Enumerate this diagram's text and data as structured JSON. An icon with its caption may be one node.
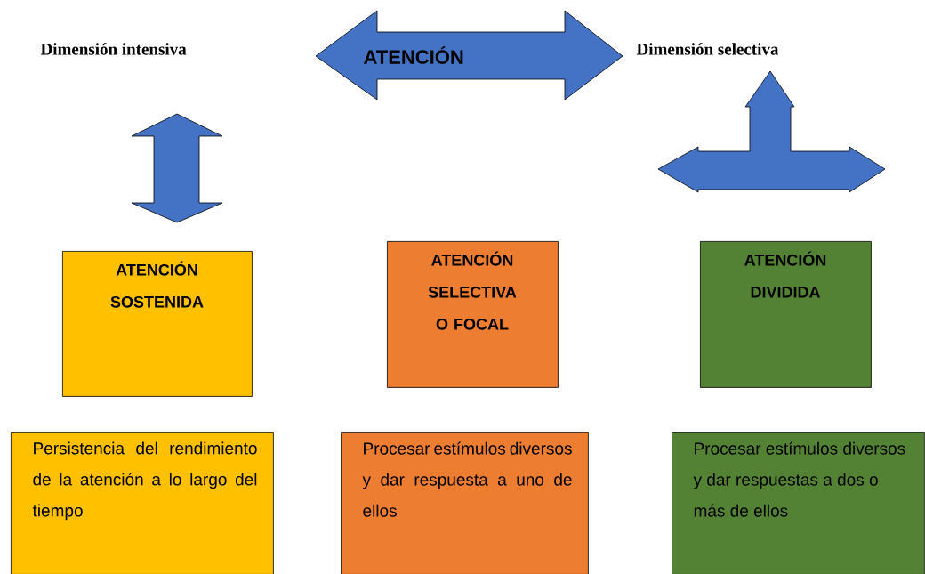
{
  "diagram": {
    "nodes": [
      {
        "text": [
          "ATENCIÓN"
        ]
      },
      {
        "text": [
          "ATENCIÓN SOSTENIDA"
        ]
      },
      {
        "text": [
          "ATENCIÓN SELECTIVA O FOCAL"
        ]
      },
      {
        "text": [
          "ATENCIÓN DIVIDIDA"
        ]
      },
      {
        "text": [
          "Persistencia del rendimiento de la atención a lo largo del tiempo"
        ]
      },
      {
        "text": [
          "Procesar estímulos diversos y dar respuesta a uno de ellos"
        ]
      },
      {
        "text": [
          "Procesar estímulos diversos y dar respuestas a dos o más de ellos"
        ]
      }
    ],
    "edges": [],
    "labels": [
      "Dimensión intensiva",
      "Dimensión selectiva"
    ]
  }
}
